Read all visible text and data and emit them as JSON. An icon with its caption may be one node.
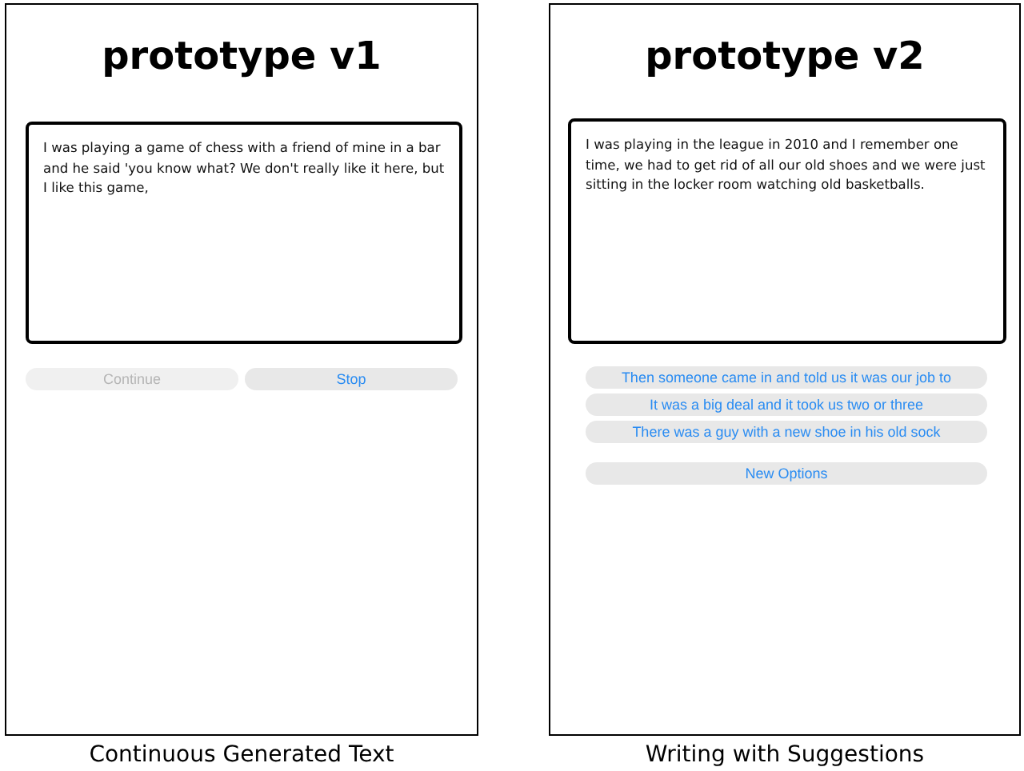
{
  "diagram": {
    "nodes": [
      {
        "text": [
          "prototype v1"
        ]
      },
      {
        "text": [
          "I was playing a game of chess with a friend of mine in a bar and he said 'you know what? We don't really like it here, but I like this game,"
        ],
        "in": 0
      },
      {
        "text": [
          "Continue"
        ],
        "in": 0
      },
      {
        "text": [
          "Stop"
        ],
        "in": 0
      },
      {
        "text": [
          "prototype v2"
        ]
      },
      {
        "text": [
          "I was playing in the league in 2010 and I remember one time, we had to get rid of all our old shoes and we were just sitting in the locker room watching old basketballs."
        ],
        "in": 4
      },
      {
        "text": [
          "Then someone came in and told us it was our job to"
        ],
        "in": 4
      },
      {
        "text": [
          "It was a big deal and it took us two or three"
        ],
        "in": 4
      },
      {
        "text": [
          "There was a guy with a new shoe in his old sock"
        ],
        "in": 4
      },
      {
        "text": [
          "New Options"
        ],
        "in": 4
      }
    ],
    "edges": [],
    "labels": [
      "Continuous Generated Text",
      "Writing with Suggestions"
    ]
  }
}
